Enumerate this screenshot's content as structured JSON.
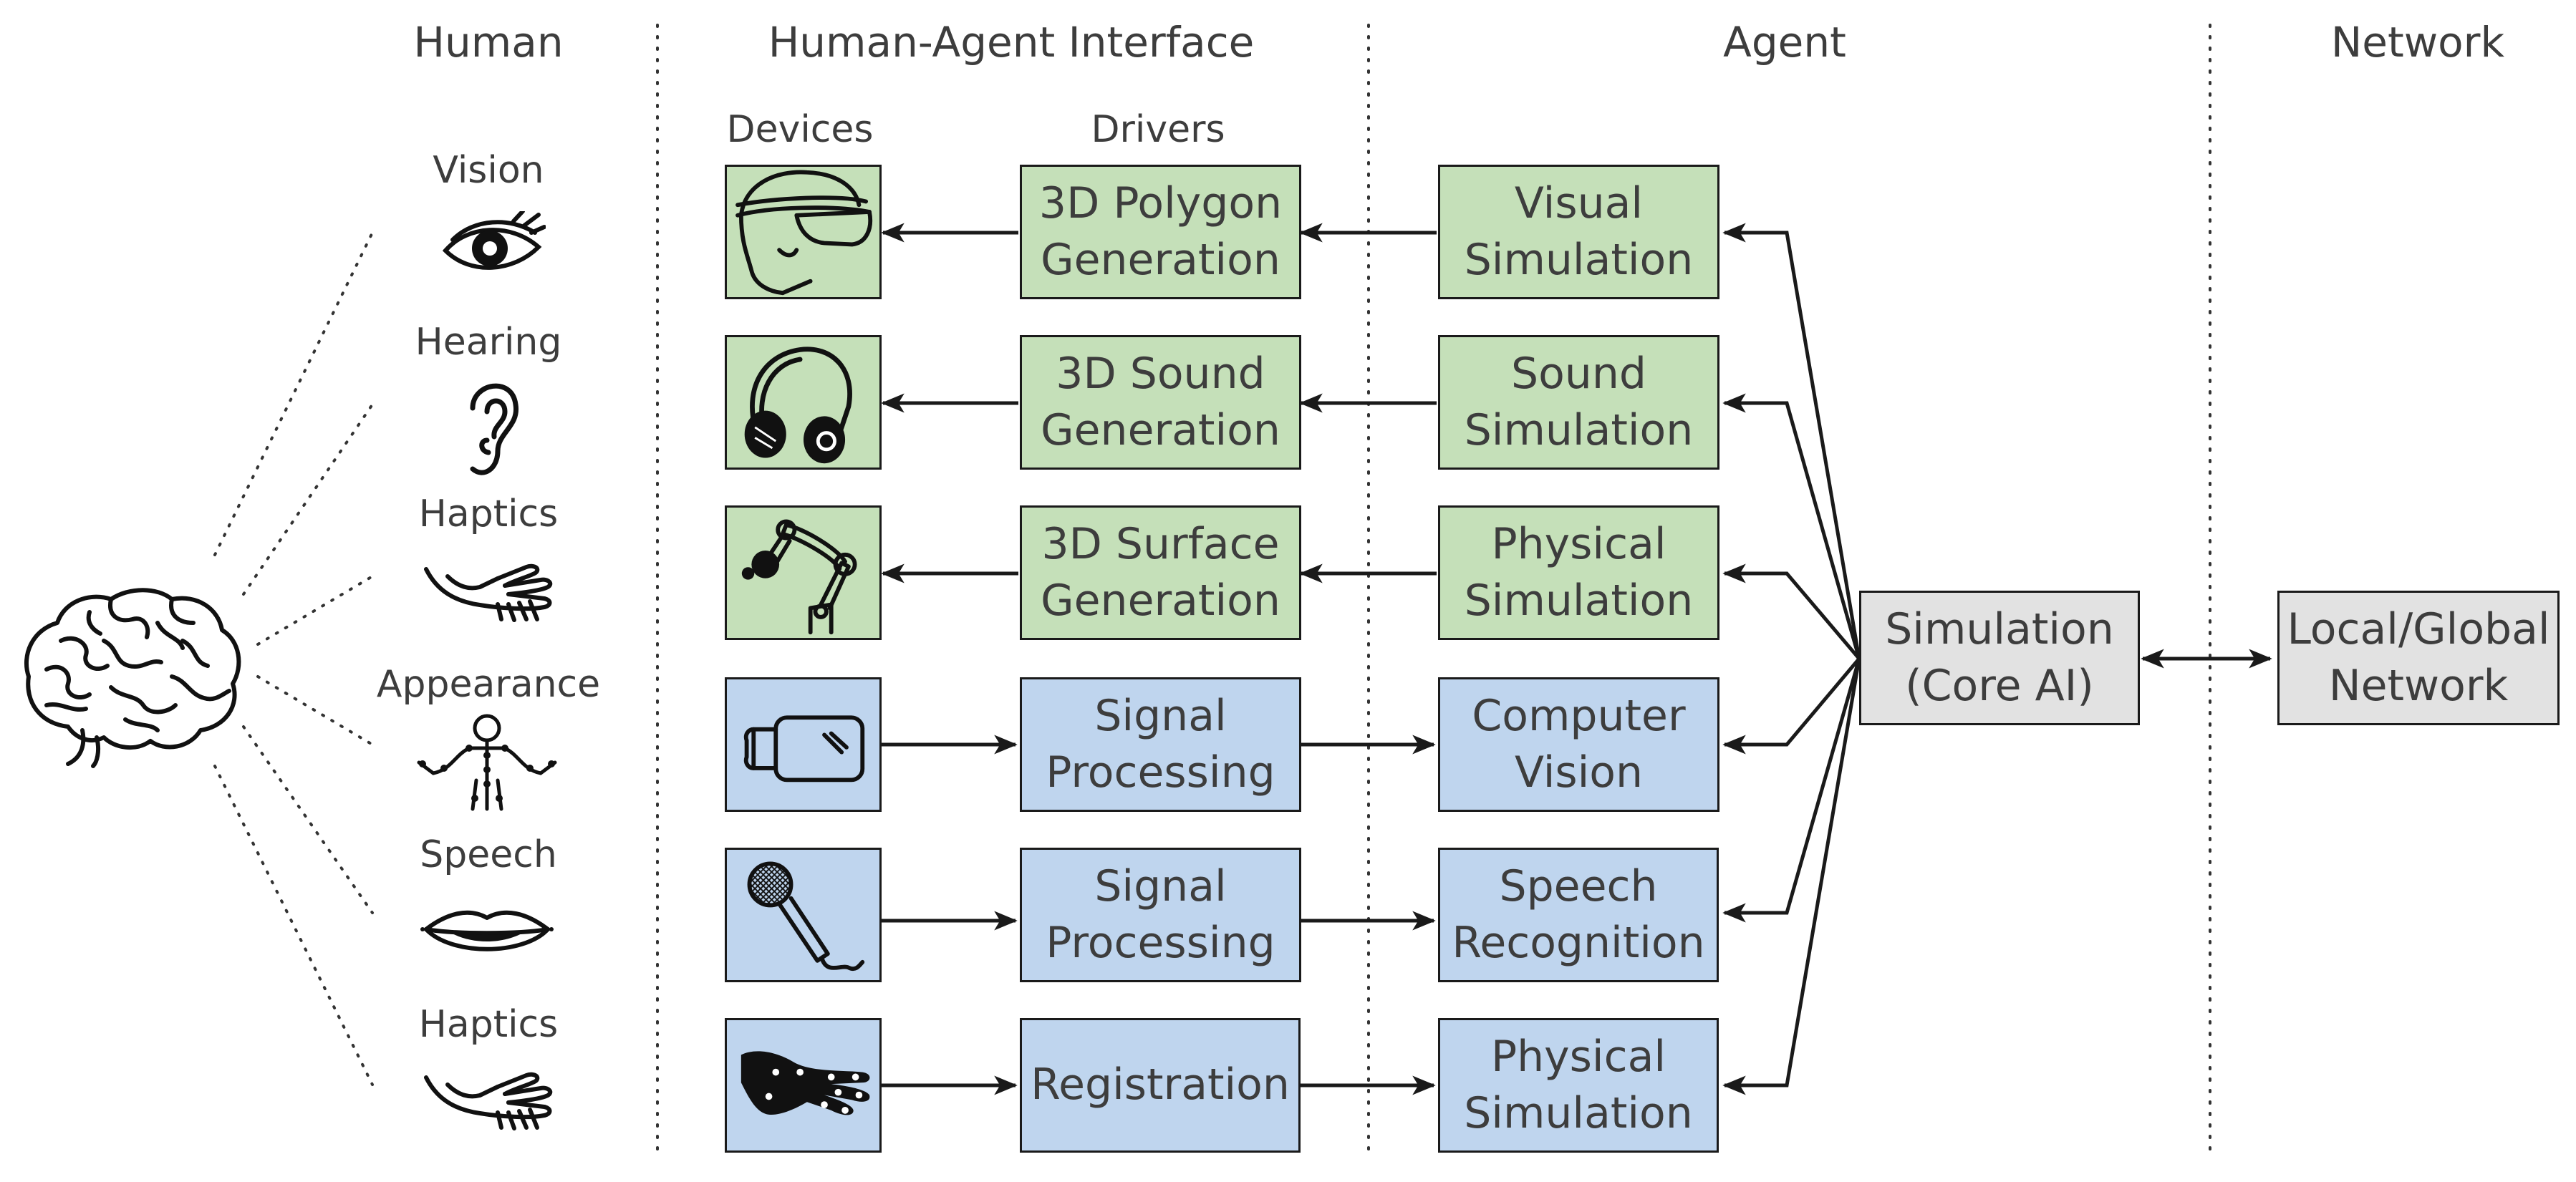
{
  "columns": {
    "human": "Human",
    "interface": "Human-Agent Interface",
    "agent": "Agent",
    "network": "Network"
  },
  "subcolumns": {
    "devices": "Devices",
    "drivers": "Drivers"
  },
  "senses": [
    {
      "label": "Vision",
      "icon": "eye-icon"
    },
    {
      "label": "Hearing",
      "icon": "ear-icon"
    },
    {
      "label": "Haptics",
      "icon": "hand-icon"
    },
    {
      "label": "Appearance",
      "icon": "figure-icon"
    },
    {
      "label": "Speech",
      "icon": "lips-icon"
    },
    {
      "label": "Haptics",
      "icon": "hand-icon"
    }
  ],
  "devices": [
    {
      "icon": "vr-headset-icon",
      "color": "green"
    },
    {
      "icon": "headphones-icon",
      "color": "green"
    },
    {
      "icon": "robot-arm-icon",
      "color": "green"
    },
    {
      "icon": "camera-icon",
      "color": "blue"
    },
    {
      "icon": "microphone-icon",
      "color": "blue"
    },
    {
      "icon": "data-glove-icon",
      "color": "blue"
    }
  ],
  "drivers": [
    {
      "label": "3D Polygon\nGeneration",
      "color": "green"
    },
    {
      "label": "3D Sound\nGeneration",
      "color": "green"
    },
    {
      "label": "3D Surface\nGeneration",
      "color": "green"
    },
    {
      "label": "Signal\nProcessing",
      "color": "blue"
    },
    {
      "label": "Signal\nProcessing",
      "color": "blue"
    },
    {
      "label": "Registration",
      "color": "blue"
    }
  ],
  "agent_modules": [
    {
      "label": "Visual\nSimulation",
      "color": "green"
    },
    {
      "label": "Sound\nSimulation",
      "color": "green"
    },
    {
      "label": "Physical\nSimulation",
      "color": "green"
    },
    {
      "label": "Computer\nVision",
      "color": "blue"
    },
    {
      "label": "Speech\nRecognition",
      "color": "blue"
    },
    {
      "label": "Physical\nSimulation",
      "color": "blue"
    }
  ],
  "core": {
    "label": "Simulation\n(Core AI)"
  },
  "network_node": {
    "label": "Local/Global\nNetwork"
  },
  "colors": {
    "output_modality": "#c5e0b9",
    "input_modality": "#bfd5ee",
    "core": "#e2e2e2",
    "stroke": "#1a1a1a",
    "text": "#3d3d3d"
  }
}
